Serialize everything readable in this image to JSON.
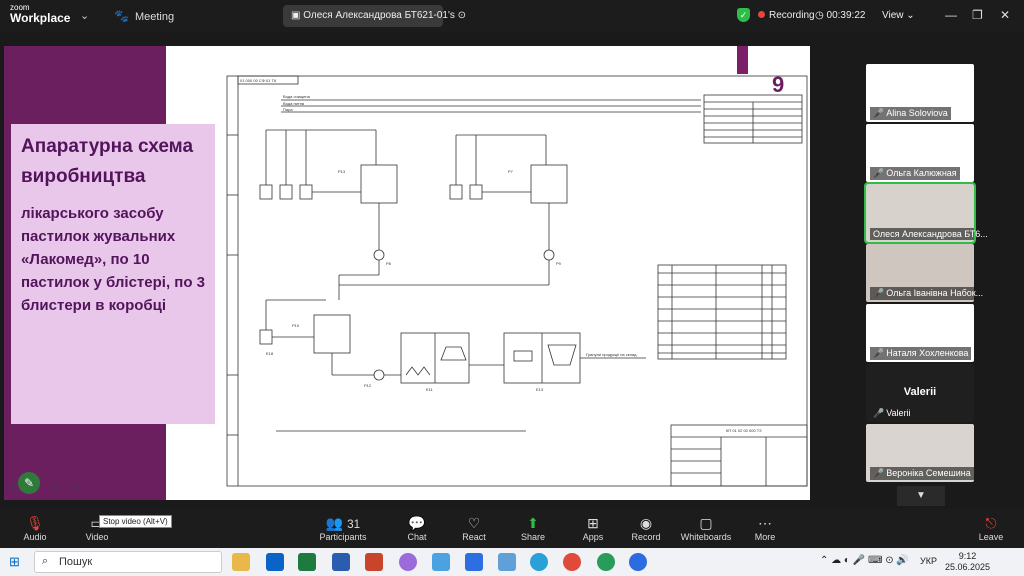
{
  "app": {
    "logo_line1": "zoom",
    "logo_line2": "Workplace",
    "meeting_label": "Meeting",
    "share_tab": "Олеся Александрова БТ621-01's"
  },
  "status": {
    "recording": "Recording",
    "timer": "00:39:22",
    "view": "View"
  },
  "slide": {
    "title": "Апаратурна схема виробництва",
    "subtitle": "лікарського засобу пастилок жувальних «Лакомед», по 10 пастилок у блістері, по 3 блистери в коробці",
    "page_number": "9"
  },
  "drawing": {
    "header_code": "01 000 00 СФ.01 Т6",
    "stamp_code": "КП 01 02 00 000 ТЗ",
    "label_p": "Гранули продукції на склад",
    "small_labels": [
      "Вода очищена",
      "Вода питна",
      "Пара",
      "Р13",
      "Р7",
      "Р8",
      "Р9",
      "Р10",
      "Р12",
      "Е11",
      "Е13",
      "Е18"
    ]
  },
  "participants": [
    {
      "name": "Alina Soloviova",
      "muted": true
    },
    {
      "name": "Ольга Калюжная",
      "muted": true
    },
    {
      "name": "Олеся Александрова БТ6...",
      "muted": false,
      "active": true
    },
    {
      "name": "Ольга Іванівна Набок...",
      "muted": true
    },
    {
      "name": "Наталя Хохленкова",
      "muted": true
    },
    {
      "name": "Valerii",
      "muted": true,
      "video_off": true,
      "display": "Valerii"
    },
    {
      "name": "Вероніка Семешина",
      "muted": true
    }
  ],
  "toolbar": {
    "audio": "Audio",
    "video": "Video",
    "tooltip": "Stop video (Alt+V)",
    "participants": "Participants",
    "participants_count": "31",
    "chat": "Chat",
    "react": "React",
    "share": "Share",
    "apps": "Apps",
    "record": "Record",
    "whiteboards": "Whiteboards",
    "more": "More",
    "leave": "Leave"
  },
  "taskbar": {
    "search": "Пошук",
    "lang": "УКР",
    "time": "9:12",
    "date": "25.06.2025"
  },
  "colors": {
    "accent_purple": "#6c1f5f",
    "card": "#e8c7ea",
    "green": "#2fbd4a",
    "red": "#e8453c"
  }
}
